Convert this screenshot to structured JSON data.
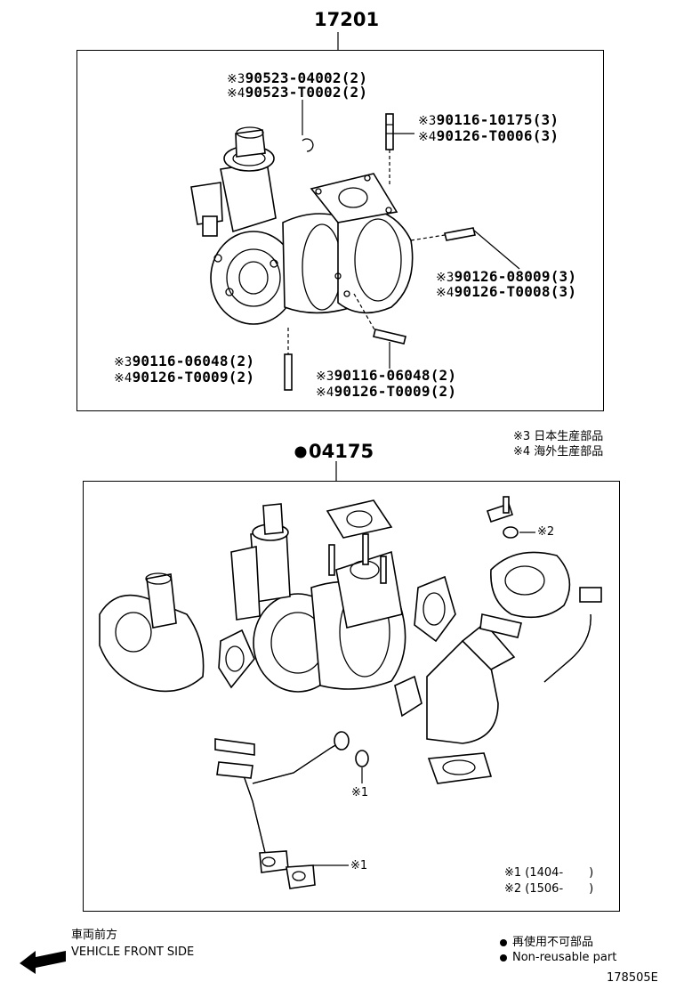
{
  "top": {
    "part_number": "17201",
    "callouts": [
      {
        "line1_mark": "※3",
        "line1": "90523-04002(2)",
        "line2_mark": "※4",
        "line2": "90523-T0002(2)"
      },
      {
        "line1_mark": "※3",
        "line1": "90116-10175(3)",
        "line2_mark": "※4",
        "line2": "90126-T0006(3)"
      },
      {
        "line1_mark": "※3",
        "line1": "90126-08009(3)",
        "line2_mark": "※4",
        "line2": "90126-T0008(3)"
      },
      {
        "line1_mark": "※3",
        "line1": "90116-06048(2)",
        "line2_mark": "※4",
        "line2": "90126-T0009(2)"
      },
      {
        "line1_mark": "※3",
        "line1": "90116-06048(2)",
        "line2_mark": "※4",
        "line2": "90126-T0009(2)"
      }
    ]
  },
  "legend": {
    "note3": "※3 日本生産部品",
    "note4": "※4 海外生産部品"
  },
  "bottom": {
    "part_number": "04175",
    "note1_marker_a": "※1",
    "note1_marker_b": "※1",
    "note2_marker": "※2",
    "date_note1": "※1 (1404-       )",
    "date_note2": "※2 (1506-       )"
  },
  "footer": {
    "direction_jp": "車両前方",
    "direction_en": "VEHICLE FRONT SIDE",
    "nonreusable_jp": "再使用不可部品",
    "nonreusable_en": "Non-reusable part",
    "figure_id": "178505E"
  }
}
